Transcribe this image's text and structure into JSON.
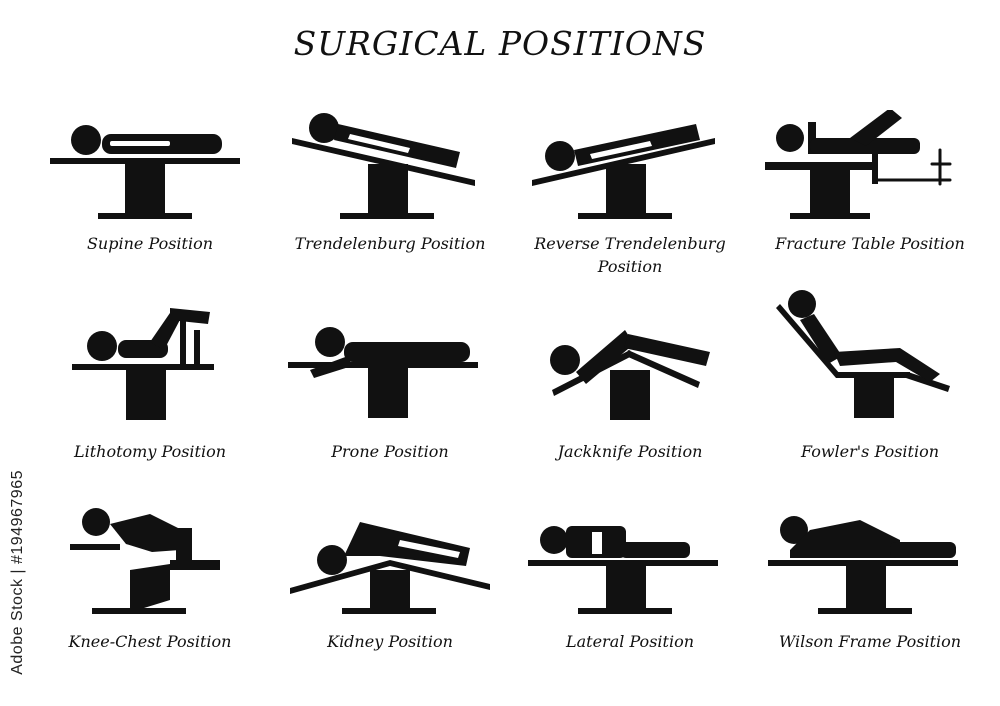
{
  "title": "SURGICAL POSITIONS",
  "side_id": "Adobe Stock | #194967965",
  "positions": [
    {
      "label": "Supine Position"
    },
    {
      "label": "Trendelenburg Position"
    },
    {
      "label": "Reverse Trendelenburg Position"
    },
    {
      "label": "Fracture Table Position"
    },
    {
      "label": "Lithotomy Position"
    },
    {
      "label": "Prone Position"
    },
    {
      "label": "Jackknife Position"
    },
    {
      "label": "Fowler's Position"
    },
    {
      "label": "Knee-Chest Position"
    },
    {
      "label": "Kidney Position"
    },
    {
      "label": "Lateral Position"
    },
    {
      "label": "Wilson Frame Position"
    }
  ]
}
